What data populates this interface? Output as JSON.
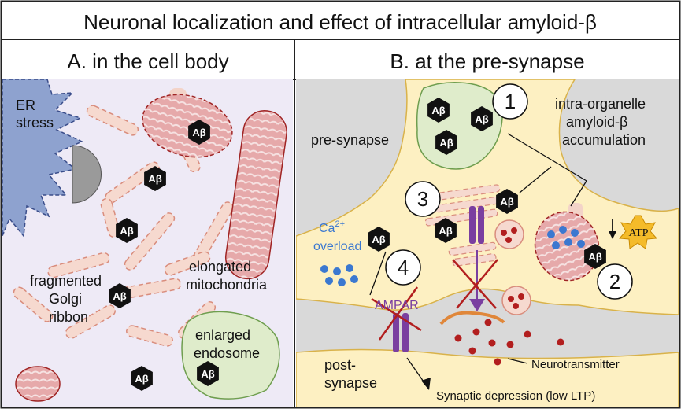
{
  "title": "Neuronal localization and effect of intracellular amyloid-β",
  "panel_a": {
    "heading": "A. in the cell body",
    "er_stress": [
      "ER",
      "stress"
    ],
    "golgi": [
      "fragmented",
      "Golgi",
      "ribbon"
    ],
    "mitochondria": [
      "elongated",
      "mitochondria"
    ],
    "endosome": [
      "enlarged",
      "endosome"
    ]
  },
  "panel_b": {
    "heading": "B. at the pre-synapse",
    "pre_synapse": "pre-synapse",
    "accumulation": [
      "intra-organelle",
      "amyloid-β",
      "accumulation"
    ],
    "calcium_base": "Ca",
    "calcium_sup": "2+",
    "overload": "overload",
    "ampar": "AMPAR",
    "atp": "ATP",
    "post_synapse": [
      "post-",
      "synapse"
    ],
    "neurotransmitter": "Neurotransmitter",
    "depression": "Synaptic depression (low LTP)",
    "numbers": [
      "1",
      "2",
      "3",
      "4"
    ]
  },
  "abeta": "Aβ",
  "colors": {
    "cell_a_bg": "#eeeaf6",
    "cell_b_bg": "#d9d9d9",
    "neuron": "#fdf0c2",
    "er": "#8ea2cf",
    "mito": "#e6a9aa",
    "golgi": "#f6d9cf",
    "endosome": "#dfeccb",
    "calcium": "#3b78d0",
    "vesicle": "#b21e1e",
    "receptor": "#7a3fa0",
    "atp": "#f4bb2a"
  }
}
